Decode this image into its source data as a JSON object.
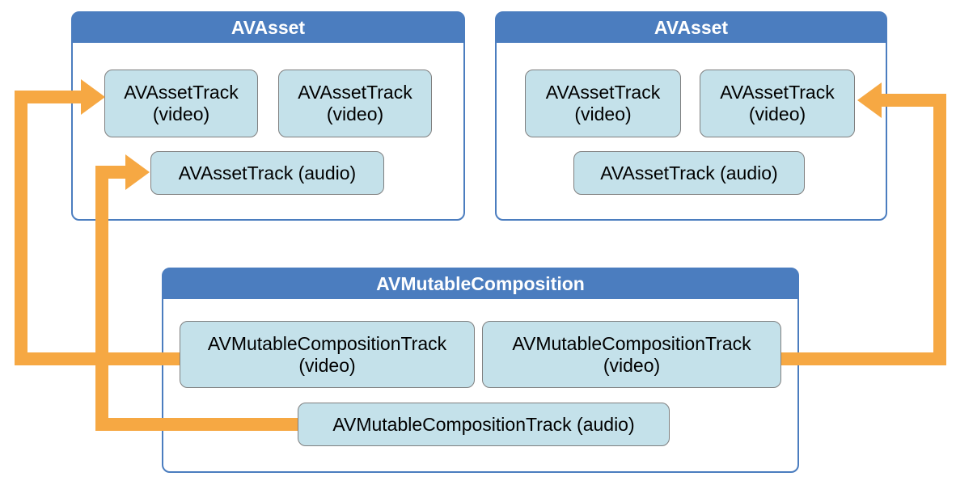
{
  "diagram": {
    "asset_left": {
      "title": "AVAsset",
      "video1_line1": "AVAssetTrack",
      "video1_line2": "(video)",
      "video2_line1": "AVAssetTrack",
      "video2_line2": "(video)",
      "audio": "AVAssetTrack (audio)"
    },
    "asset_right": {
      "title": "AVAsset",
      "video1_line1": "AVAssetTrack",
      "video1_line2": "(video)",
      "video2_line1": "AVAssetTrack",
      "video2_line2": "(video)",
      "audio": "AVAssetTrack (audio)"
    },
    "composition": {
      "title": "AVMutableComposition",
      "video1_line1": "AVMutableCompositionTrack",
      "video1_line2": "(video)",
      "video2_line1": "AVMutableCompositionTrack",
      "video2_line2": "(video)",
      "audio": "AVMutableCompositionTrack (audio)"
    }
  },
  "colors": {
    "header_blue": "#4B7DBF",
    "container_border": "#4B7DBF",
    "track_fill": "#C4E1EA",
    "track_border": "#7F7F7F",
    "arrow_orange": "#F6A843",
    "track_text": "#000000",
    "header_text": "#FFFFFF",
    "background": "#FFFFFF"
  }
}
